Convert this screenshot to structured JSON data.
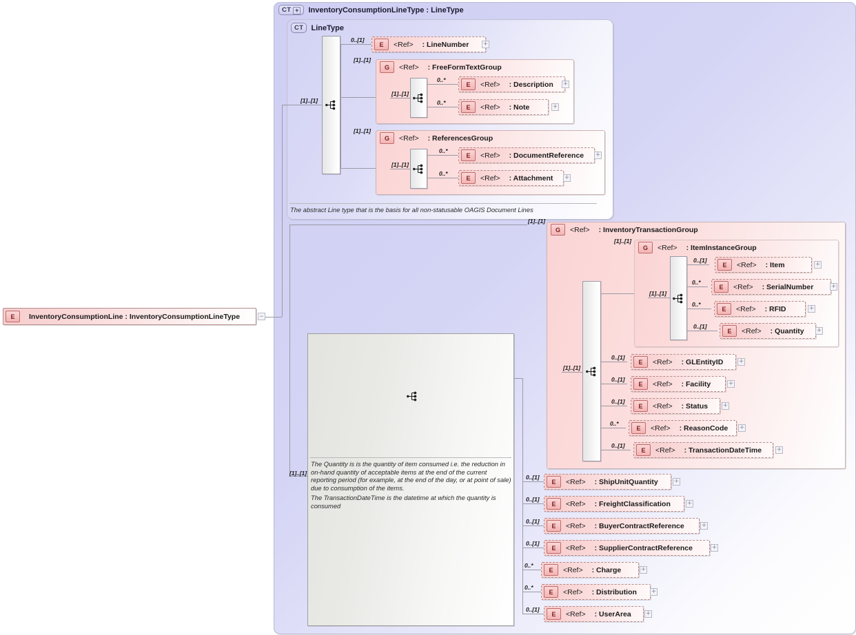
{
  "diagram": {
    "type": "xsd-schema-diagram",
    "root_element": {
      "kind": "element",
      "badge": "E",
      "label": "InventoryConsumptionLine : InventoryConsumptionLineType",
      "expander": "−"
    },
    "outer_complex_type": {
      "badge": "CT",
      "expander": "+",
      "title": "InventoryConsumptionLineType : LineType"
    },
    "inner_complex_type": {
      "badge": "CT",
      "title": "LineType",
      "annotation": "The abstract Line type that is the basis for all non-statusable OAGIS Document Lines"
    },
    "line_type_children": [
      {
        "badge": "E",
        "ref": "<Ref>",
        "name": ": LineNumber",
        "card": "0..[1]",
        "optional": true,
        "expander": "+"
      }
    ],
    "free_form_text_group": {
      "badge": "G",
      "ref": "<Ref>",
      "name": ": FreeFormTextGroup",
      "card": "[1]..[1]",
      "seq_card": "[1]..[1]",
      "children": [
        {
          "badge": "E",
          "ref": "<Ref>",
          "name": ": Description",
          "card": "0..*",
          "optional": true,
          "expander": "+"
        },
        {
          "badge": "E",
          "ref": "<Ref>",
          "name": ": Note",
          "card": "0..*",
          "optional": true,
          "expander": "+"
        }
      ]
    },
    "references_group": {
      "badge": "G",
      "ref": "<Ref>",
      "name": ": ReferencesGroup",
      "card": "[1]..[1]",
      "seq_card": "[1]..[1]",
      "children": [
        {
          "badge": "E",
          "ref": "<Ref>",
          "name": ": DocumentReference",
          "card": "0..*",
          "optional": true,
          "expander": "+"
        },
        {
          "badge": "E",
          "ref": "<Ref>",
          "name": ": Attachment",
          "card": "0..*",
          "optional": true,
          "expander": "+"
        }
      ]
    },
    "inventory_transaction_group": {
      "badge": "G",
      "ref": "<Ref>",
      "name": ": InventoryTransactionGroup",
      "card": "[1]..[1]",
      "seq_card": "[1]..[1]",
      "children": [
        {
          "badge": "E",
          "ref": "<Ref>",
          "name": ": GLEntityID",
          "card": "0..[1]",
          "optional": true,
          "expander": "+"
        },
        {
          "badge": "E",
          "ref": "<Ref>",
          "name": ": Facility",
          "card": "0..[1]",
          "optional": true,
          "expander": "+"
        },
        {
          "badge": "E",
          "ref": "<Ref>",
          "name": ": Status",
          "card": "0..[1]",
          "optional": true,
          "expander": "+"
        },
        {
          "badge": "E",
          "ref": "<Ref>",
          "name": ": ReasonCode",
          "card": "0..*",
          "optional": true,
          "expander": "+"
        },
        {
          "badge": "E",
          "ref": "<Ref>",
          "name": ": TransactionDateTime",
          "card": "0..[1]",
          "optional": true,
          "expander": "+"
        }
      ]
    },
    "item_instance_group": {
      "badge": "G",
      "ref": "<Ref>",
      "name": ": ItemInstanceGroup",
      "card": "[1]..[1]",
      "seq_card": "[1]..[1]",
      "children": [
        {
          "badge": "E",
          "ref": "<Ref>",
          "name": ": Item",
          "card": "0..[1]",
          "optional": true,
          "expander": "+"
        },
        {
          "badge": "E",
          "ref": "<Ref>",
          "name": ": SerialNumber",
          "card": "0..*",
          "optional": true,
          "expander": "+"
        },
        {
          "badge": "E",
          "ref": "<Ref>",
          "name": ": RFID",
          "card": "0..*",
          "optional": true,
          "expander": "+"
        },
        {
          "badge": "E",
          "ref": "<Ref>",
          "name": ": Quantity",
          "card": "0..[1]",
          "optional": true,
          "expander": "+"
        }
      ]
    },
    "documentation_panel": {
      "paragraph_1": "The Quantity is is the quantity of item consumed i.e. the reduction in on-hand quantity of acceptable items at the end of the current reporting period (for example, at the end of the day, or at point of sale) due to consumption of the items.",
      "paragraph_2": "The TransactionDateTime is the datetime at which the quantity is consumed"
    },
    "trailing_elements": [
      {
        "badge": "E",
        "ref": "<Ref>",
        "name": ": ShipUnitQuantity",
        "card": "0..[1]",
        "optional": true,
        "expander": "+"
      },
      {
        "badge": "E",
        "ref": "<Ref>",
        "name": ": FreightClassification",
        "card": "0..[1]",
        "optional": true,
        "expander": "+"
      },
      {
        "badge": "E",
        "ref": "<Ref>",
        "name": ": BuyerContractReference",
        "card": "0..[1]",
        "optional": true,
        "expander": "+"
      },
      {
        "badge": "E",
        "ref": "<Ref>",
        "name": ": SupplierContractReference",
        "card": "0..[1]",
        "optional": true,
        "expander": "+"
      },
      {
        "badge": "E",
        "ref": "<Ref>",
        "name": ": Charge",
        "card": "0..*",
        "optional": true,
        "expander": "+"
      },
      {
        "badge": "E",
        "ref": "<Ref>",
        "name": ": Distribution",
        "card": "0..*",
        "optional": true,
        "expander": "+"
      },
      {
        "badge": "E",
        "ref": "<Ref>",
        "name": ": UserArea",
        "card": "0..[1]",
        "optional": true,
        "expander": "+"
      }
    ],
    "top_level_cards": {
      "line_type_branch": "[1]..[1]",
      "transaction_branch": "[1]..[1]",
      "trailing_branch": "[1]..[1]"
    },
    "colors": {
      "element_fill": "#f7cdcd",
      "group_fill": "#fbd4d4",
      "container_fill": "#d2d2f4",
      "badge_border": "#c06a6a",
      "line": "#9a9aa6"
    }
  }
}
